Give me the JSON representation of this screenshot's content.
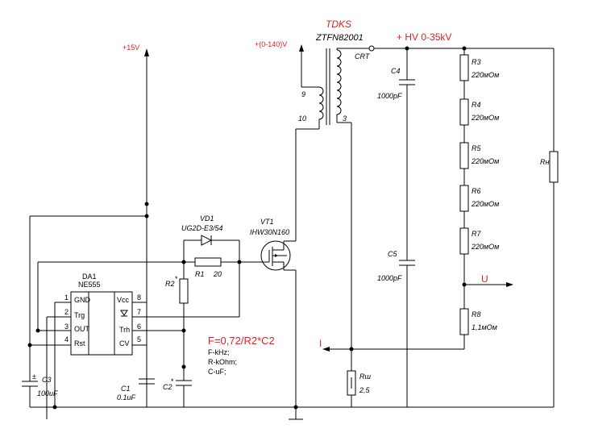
{
  "header": {
    "brand": "TDKS",
    "part": "ZTFN82001",
    "crt": "CRT",
    "hv": "+ HV  0-35kV"
  },
  "supplies": {
    "v15": "+15V",
    "v140": "+(0-140)V"
  },
  "transformer": {
    "pin9": "9",
    "pin10": "10",
    "pin3": "3"
  },
  "ic": {
    "ref": "DA1",
    "model": "NE555",
    "pins": {
      "p1": "1",
      "p2": "2",
      "p3": "3",
      "p4": "4",
      "p5": "5",
      "p6": "6",
      "p7": "7",
      "p8": "8"
    },
    "names": {
      "gnd": "GND",
      "trg": "Trg",
      "out": "OUT",
      "rst": "Rst",
      "vcc": "Vcc",
      "trh": "Trh",
      "cv": "CV"
    }
  },
  "components": {
    "vd1_ref": "VD1",
    "vd1_val": "UG2D-E3/54",
    "vt1_ref": "VT1",
    "vt1_val": "IHW30N160",
    "r1_ref": "R1",
    "r1_val": "20",
    "r2_ref": "R2",
    "r2_star": "*",
    "c1_ref": "C1",
    "c1_val": "0.1uF",
    "c2_ref": "C2",
    "c2_star": "*",
    "c3_ref": "C3",
    "c3_val": "100uF",
    "c3_plus": "±",
    "c4_ref": "C4",
    "c4_val": "1000pF",
    "c5_ref": "C5",
    "c5_val": "1000pF",
    "rsh_ref": "Rш",
    "rsh_val": "2,5",
    "rn_ref": "Rн"
  },
  "divider": [
    {
      "ref": "R3",
      "val": "220мОм"
    },
    {
      "ref": "R4",
      "val": "220мОм"
    },
    {
      "ref": "R5",
      "val": "220мОм"
    },
    {
      "ref": "R6",
      "val": "220мОм"
    },
    {
      "ref": "R7",
      "val": "220мОм"
    },
    {
      "ref": "R8",
      "val": "1,1мОм"
    }
  ],
  "formula": {
    "main": "F=0,72/R2*C2",
    "l1": "F-kHz;",
    "l2": "R-kOhm;",
    "l3": "C-uF;"
  },
  "signals": {
    "current": "I",
    "voltage": "U"
  },
  "colors": {
    "annotation": "#e02020",
    "ink": "#000000"
  }
}
